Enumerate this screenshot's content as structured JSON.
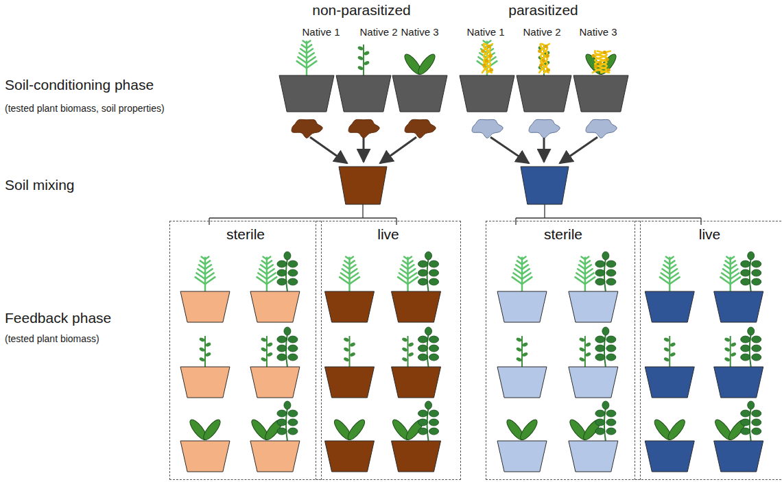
{
  "diagram": {
    "nodes": [
      {
        "text": [
          "sterile"
        ]
      },
      {
        "text": [
          "live"
        ]
      },
      {
        "text": [
          "sterile"
        ]
      },
      {
        "text": [
          "live"
        ]
      }
    ],
    "labels": [
      "non-parasitized",
      "parasitized",
      "Native 1",
      "Native 2",
      "Native 3",
      "Native 1",
      "Native 2",
      "Native 3",
      "Soil-conditioning phase",
      "(tested plant biomass, soil properties)",
      "Soil mixing",
      "Feedback phase",
      "(tested plant biomass)"
    ]
  }
}
